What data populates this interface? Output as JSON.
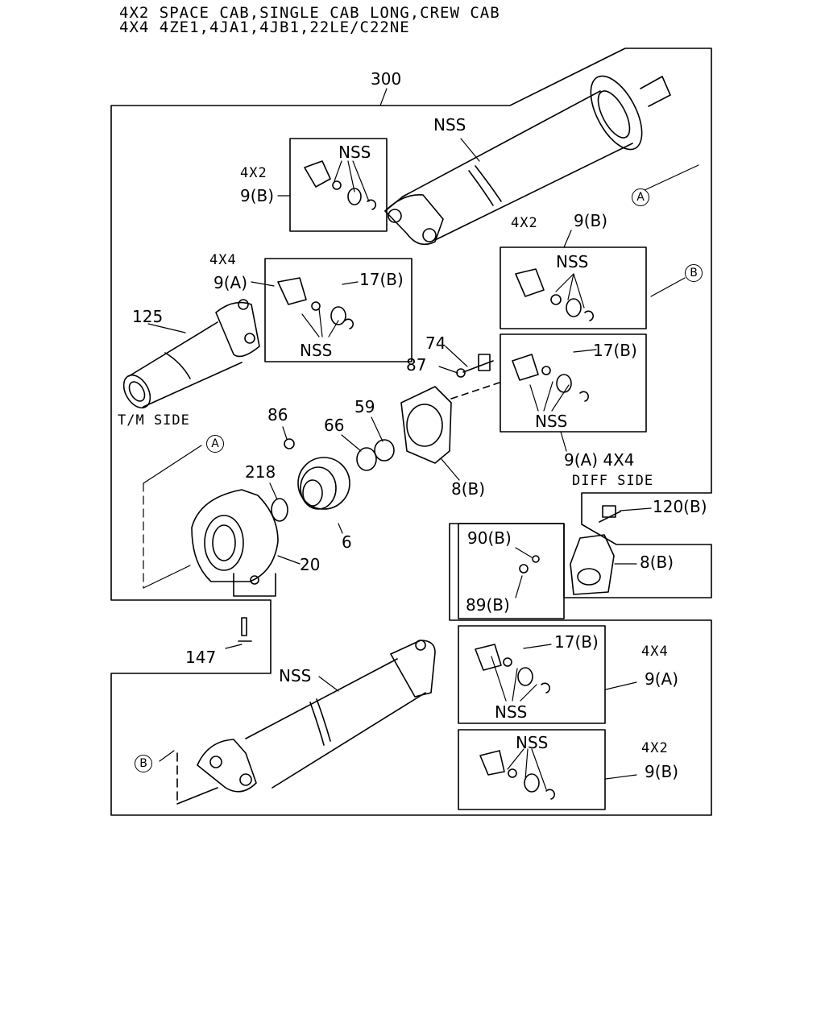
{
  "header": {
    "line1": "4X2 SPACE CAB,SINGLE CAB LONG,CREW CAB",
    "line2": "4X4 4ZE1,4JA1,4JB1,22LE/C22NE"
  },
  "labels": {
    "l300": "300",
    "nss_shaft_top": "NSS",
    "nss_box1": "NSS",
    "box1_variant": "4X2",
    "box1_part": "9(B)",
    "ref_a_top": "A",
    "box2_variant": "4X4",
    "box2_part": "9(A)",
    "box2_grease": "17(B)",
    "box2_nss": "NSS",
    "l125": "125",
    "tm_side": "T/M SIDE",
    "box3_variant": "4X2",
    "box3_part": "9(B)",
    "box3_nss": "NSS",
    "ref_b_right": "B",
    "l74": "74",
    "l87": "87",
    "box4_grease": "17(B)",
    "box4_nss": "NSS",
    "box4_part": "9(A) 4X4",
    "diff_side": "DIFF SIDE",
    "l86": "86",
    "l66": "66",
    "l59": "59",
    "ref_a_left": "A",
    "l218": "218",
    "l8b_flange": "8(B)",
    "l6": "6",
    "l20": "20",
    "l120b": "120(B)",
    "l90b": "90(B)",
    "l8b_yoke": "8(B)",
    "l89b": "89(B)",
    "l147": "147",
    "nss_shaft_bottom": "NSS",
    "box5_grease": "17(B)",
    "box5_nss": "NSS",
    "box5_variant": "4X4",
    "box5_part": "9(A)",
    "ref_b_bottom": "B",
    "box6_nss": "NSS",
    "box6_variant": "4X2",
    "box6_part": "9(B)"
  }
}
